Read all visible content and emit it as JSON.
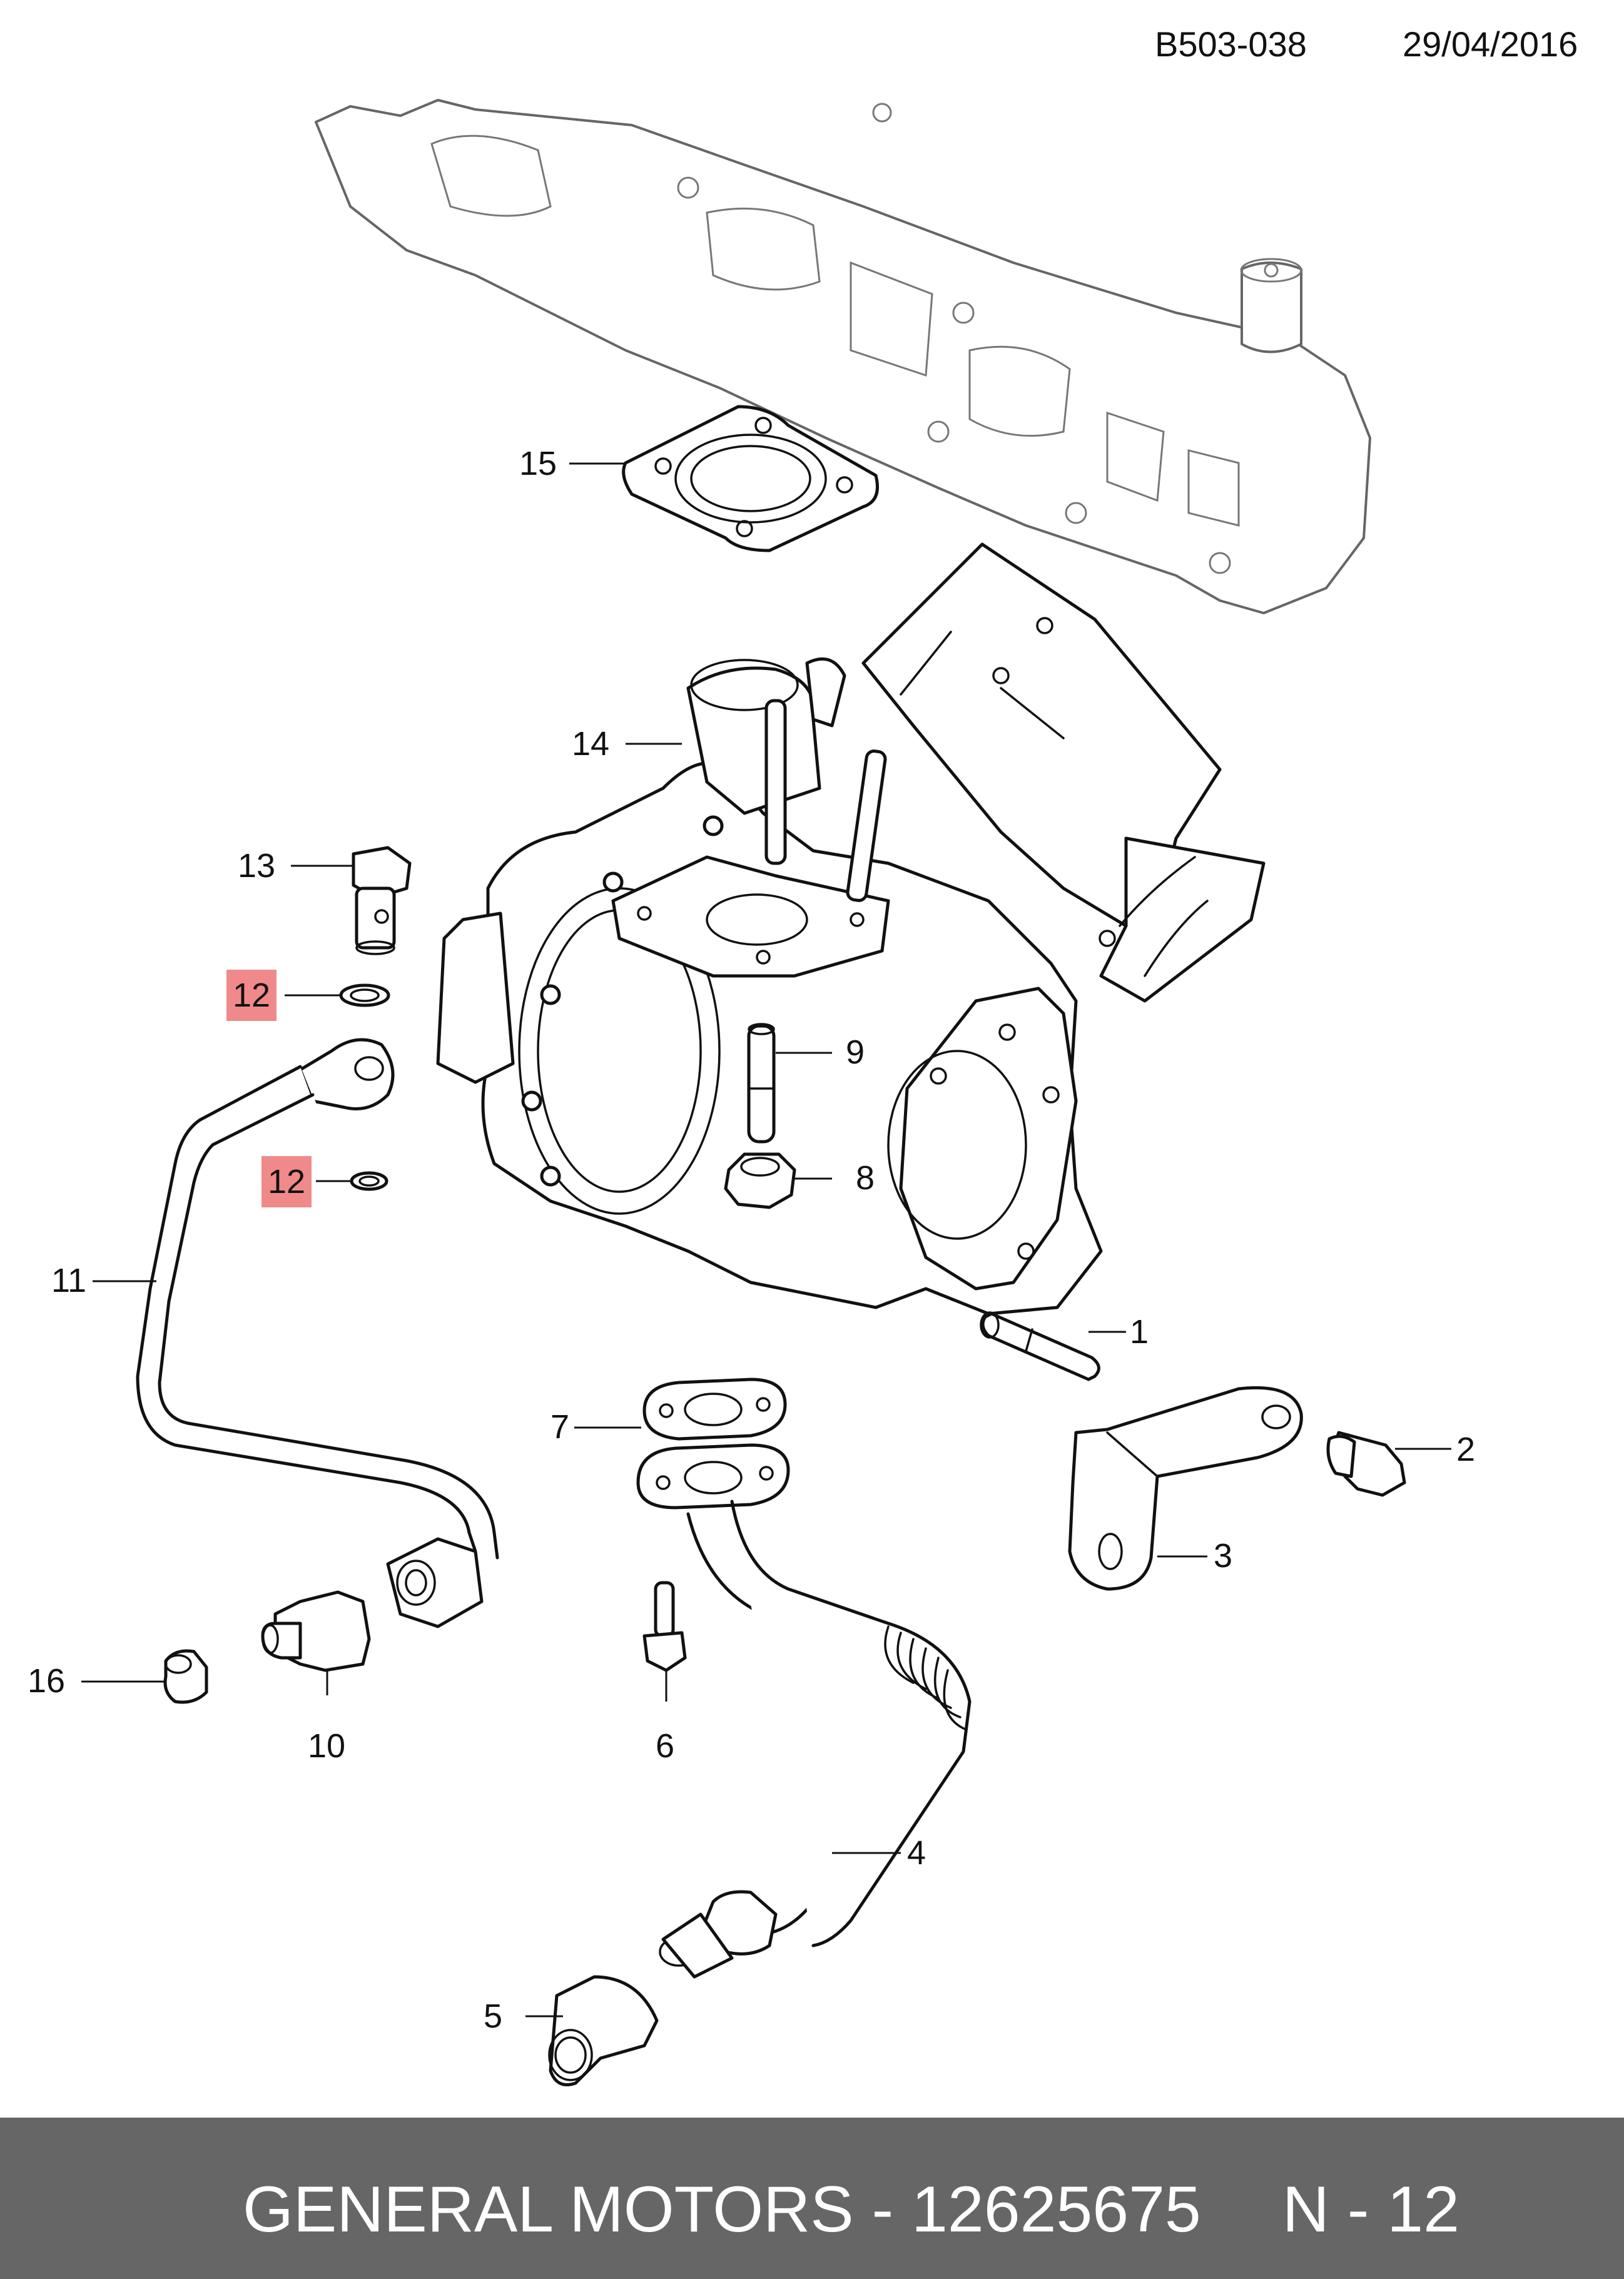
{
  "header": {
    "doc_code": "B503-038",
    "date": "29/04/2016"
  },
  "callouts": [
    {
      "id": "1",
      "label": "1",
      "highlighted": false
    },
    {
      "id": "2",
      "label": "2",
      "highlighted": false
    },
    {
      "id": "3",
      "label": "3",
      "highlighted": false
    },
    {
      "id": "4",
      "label": "4",
      "highlighted": false
    },
    {
      "id": "5",
      "label": "5",
      "highlighted": false
    },
    {
      "id": "6",
      "label": "6",
      "highlighted": false
    },
    {
      "id": "7",
      "label": "7",
      "highlighted": false
    },
    {
      "id": "8",
      "label": "8",
      "highlighted": false
    },
    {
      "id": "9",
      "label": "9",
      "highlighted": false
    },
    {
      "id": "10",
      "label": "10",
      "highlighted": false
    },
    {
      "id": "11",
      "label": "11",
      "highlighted": false
    },
    {
      "id": "12a",
      "label": "12",
      "highlighted": true
    },
    {
      "id": "12b",
      "label": "12",
      "highlighted": true
    },
    {
      "id": "13",
      "label": "13",
      "highlighted": false
    },
    {
      "id": "14",
      "label": "14",
      "highlighted": false
    },
    {
      "id": "15",
      "label": "15",
      "highlighted": false
    },
    {
      "id": "16",
      "label": "16",
      "highlighted": false
    }
  ],
  "footer": {
    "manufacturer_part": "GENERAL MOTORS - 12625675",
    "position": "N - 12"
  },
  "colors": {
    "highlight": "#f08a8a",
    "footer_bg": "#666666",
    "footer_text": "#ffffff"
  }
}
